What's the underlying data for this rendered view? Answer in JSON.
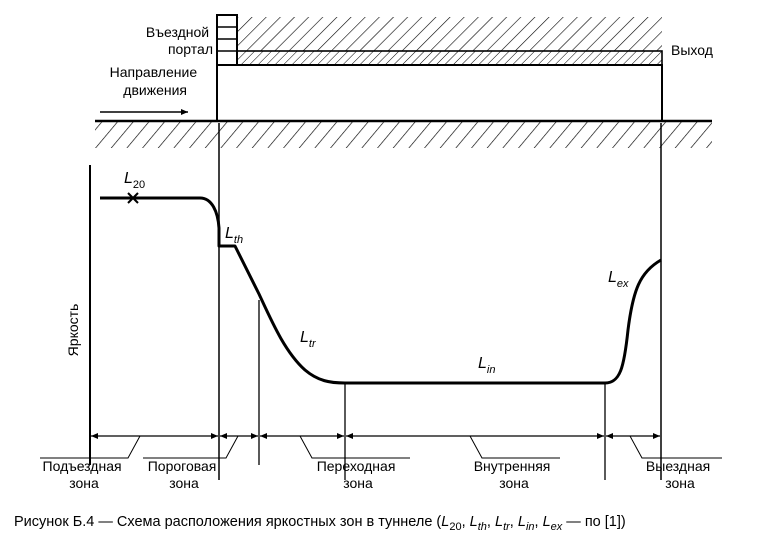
{
  "tunnel": {
    "entrance_portal": [
      "Въездной",
      "портал"
    ],
    "direction": [
      "Направление",
      "движения"
    ],
    "exit": "Выход"
  },
  "graph": {
    "ylabel": "Яркость",
    "levels": {
      "L20": {
        "base": "L",
        "sub": "20"
      },
      "Lth": {
        "base": "L",
        "sub": "th"
      },
      "Ltr": {
        "base": "L",
        "sub": "tr"
      },
      "Lin": {
        "base": "L",
        "sub": "in"
      },
      "Lex": {
        "base": "L",
        "sub": "ex"
      }
    }
  },
  "zones": [
    {
      "line1": "Подъездная",
      "line2": "зона"
    },
    {
      "line1": "Пороговая",
      "line2": "зона"
    },
    {
      "line1": "Переходная",
      "line2": "зона"
    },
    {
      "line1": "Внутренняя",
      "line2": "зона"
    },
    {
      "line1": "Выездная",
      "line2": "зона"
    }
  ],
  "caption": {
    "prefix": "Рисунок Б.4 — Схема расположения яркостных зон в туннеле (",
    "items": [
      {
        "base": "L",
        "sub": "20"
      },
      {
        "base": "L",
        "sub": "th"
      },
      {
        "base": "L",
        "sub": "tr"
      },
      {
        "base": "L",
        "sub": "in"
      },
      {
        "base": "L",
        "sub": "ex"
      }
    ],
    "suffix": " — по [1])"
  }
}
